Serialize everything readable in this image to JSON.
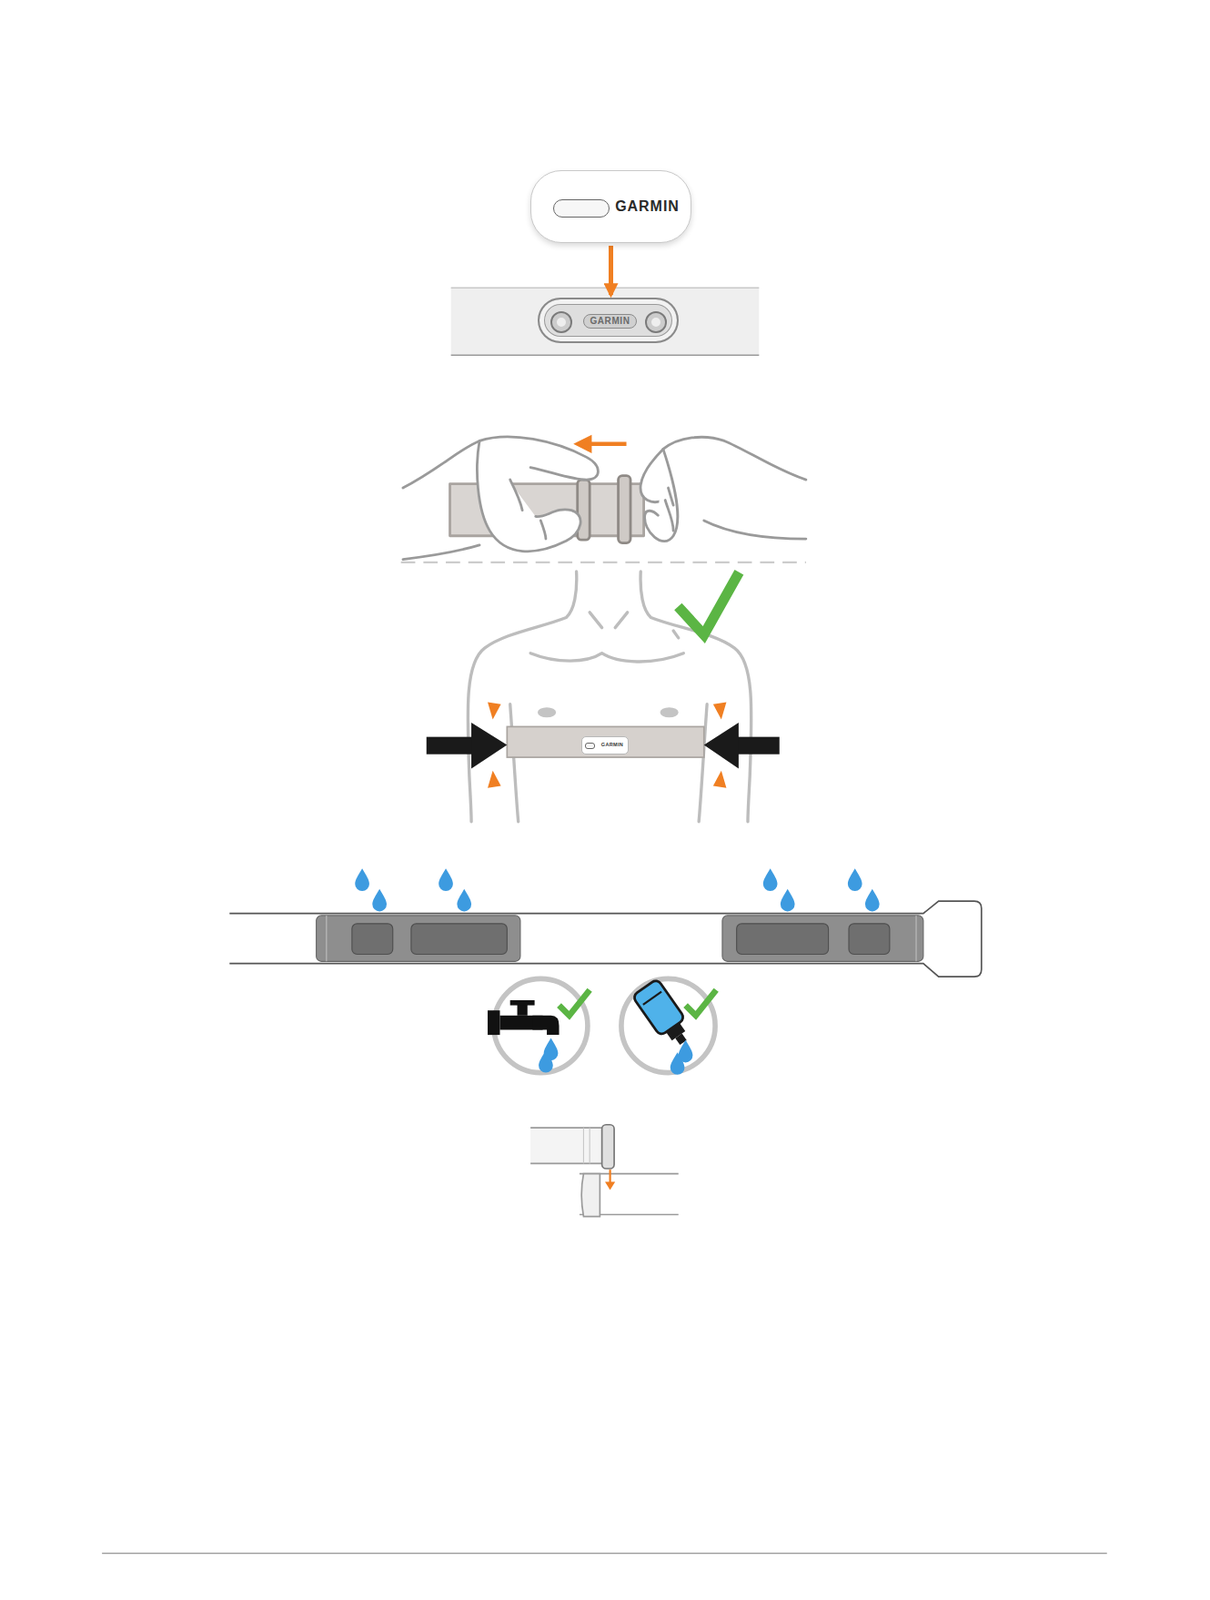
{
  "diagram": {
    "nodes": [
      {
        "text": [
          "GARMIN"
        ]
      },
      {
        "text": [
          "GARMIN"
        ]
      },
      {
        "text": [
          "GARMIN"
        ]
      }
    ],
    "edges": [
      {
        "from": 0,
        "to": 1,
        "arrow": "to"
      }
    ]
  }
}
